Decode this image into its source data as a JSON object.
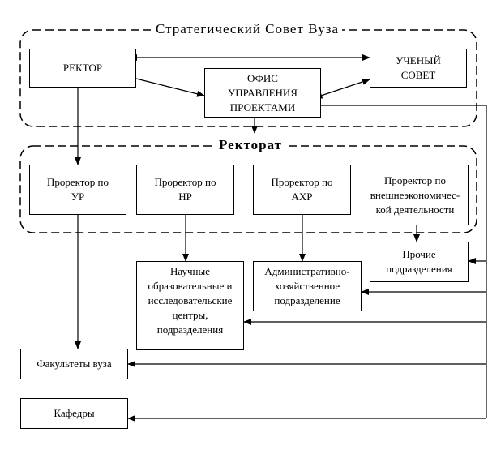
{
  "groups": {
    "strategic_council": "Стратегический Совет Вуза",
    "rectorate": "Ректорат"
  },
  "boxes": {
    "rector": "РЕКТОР",
    "project_office": "ОФИС\nУПРАВЛЕНИЯ\nПРОЕКТАМИ",
    "academic_council": "УЧЕНЫЙ\nСОВЕТ",
    "vice_rector_ur": "Проректор по\nУР",
    "vice_rector_nr": "Проректор по\nНР",
    "vice_rector_ahr": "Проректор по\nАХР",
    "vice_rector_ved": "Проректор по\nвнешнеэкономичес-\nкой деятельности",
    "research_centers": "Научные\nобразовательные и\nисследовательские\nцентры,\nподразделения",
    "admin_division": "Административно-\nхозяйственное\nподразделение",
    "other_divisions": "Прочие\nподразделения",
    "faculties": "Факультеты вуза",
    "departments": "Кафедры"
  },
  "colors": {
    "line": "#000000",
    "background": "#ffffff"
  }
}
